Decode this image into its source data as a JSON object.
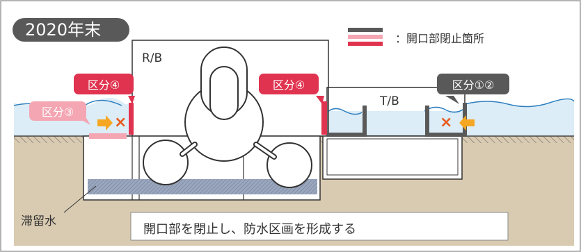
{
  "header": {
    "period_badge": "2020年末"
  },
  "legend": {
    "label": "：開口部閉止箇所",
    "colors": [
      "#595959",
      "#f4a6b3",
      "#e0334f"
    ]
  },
  "buildings": {
    "reactor_building": "R/B",
    "turbine_building": "T/B"
  },
  "tags": {
    "rb_left": "区分④",
    "rb_right": "区分④",
    "tb_right": "区分①②",
    "left_pink": "区分③"
  },
  "markers": {
    "blocked_symbol": "×"
  },
  "labels": {
    "stagnant_water": "滞留水",
    "caption": "開口部を閉止し、防水区画を形成する"
  },
  "colors": {
    "closure_red": "#e0334f",
    "closure_pink": "#f4a6b3",
    "closure_gray": "#595959",
    "water": "#dcedf7",
    "ground": "#d9cbb1",
    "arrow": "#f5a623",
    "cross": "#e85a1c"
  }
}
